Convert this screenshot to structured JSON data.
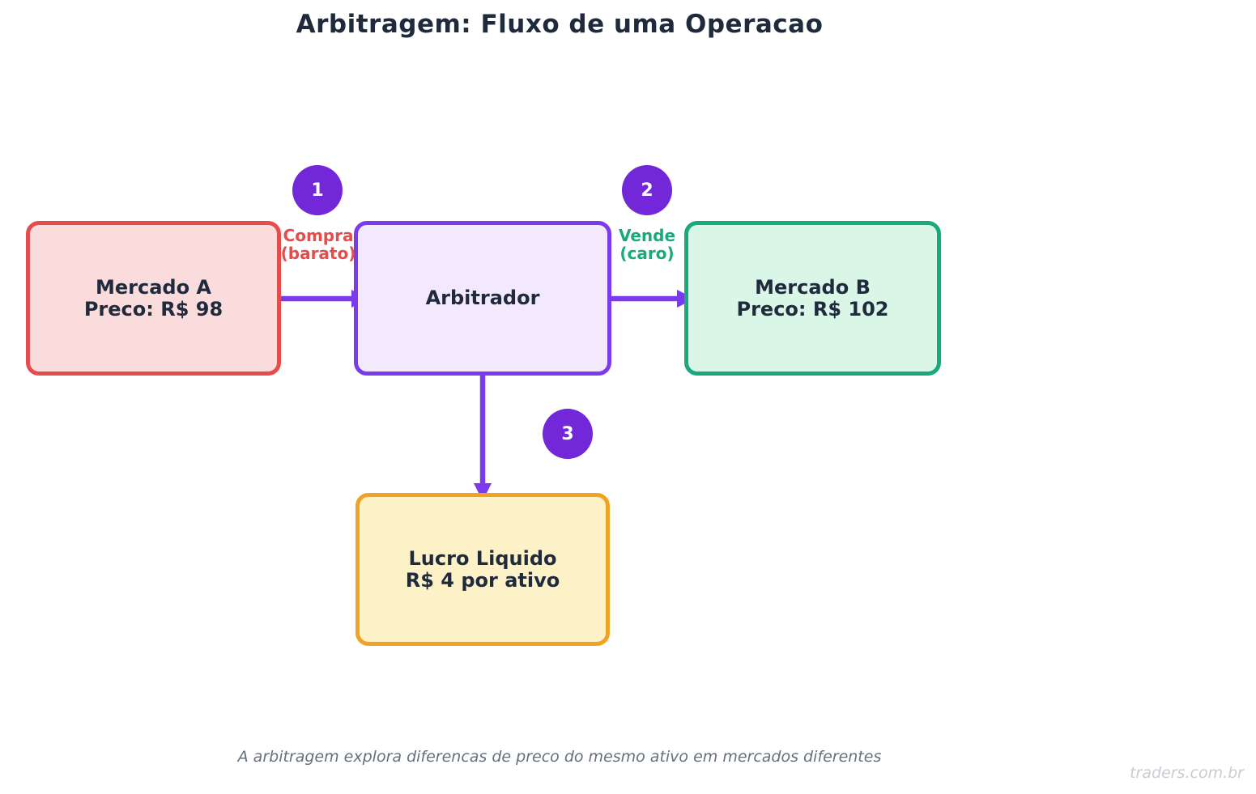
{
  "title": "Arbitragem: Fluxo de uma Operacao",
  "text_color": "#1f2a3c",
  "nodes": {
    "mercado_a": {
      "line1": "Mercado A",
      "line2": "Preco: R$ 98",
      "fill": "#fadcdc",
      "border": "#e74c4c"
    },
    "arbitrador": {
      "line1": "Arbitrador",
      "fill": "#f3e8fc",
      "border": "#7c3aed"
    },
    "mercado_b": {
      "line1": "Mercado B",
      "line2": "Preco: R$ 102",
      "fill": "#d9f6e6",
      "border": "#18a97c"
    },
    "lucro": {
      "line1": "Lucro Liquido",
      "line2": "R$ 4 por ativo",
      "fill": "#fdf1c8",
      "border": "#f0a221"
    }
  },
  "steps": {
    "step1": {
      "number": "1",
      "line1": "Compra",
      "line2": "(barato)",
      "label_color": "#e74c4c"
    },
    "step2": {
      "number": "2",
      "line1": "Vende",
      "line2": "(caro)",
      "label_color": "#18a97c"
    },
    "step3": {
      "number": "3"
    }
  },
  "badge_color": "#7227d9",
  "arrow_color": "#7c3aed",
  "caption": "A arbitragem explora diferencas de preco do mesmo ativo em mercados diferentes",
  "caption_color": "#66707c",
  "watermark": "traders.com.br",
  "watermark_color": "#c9ccd2"
}
